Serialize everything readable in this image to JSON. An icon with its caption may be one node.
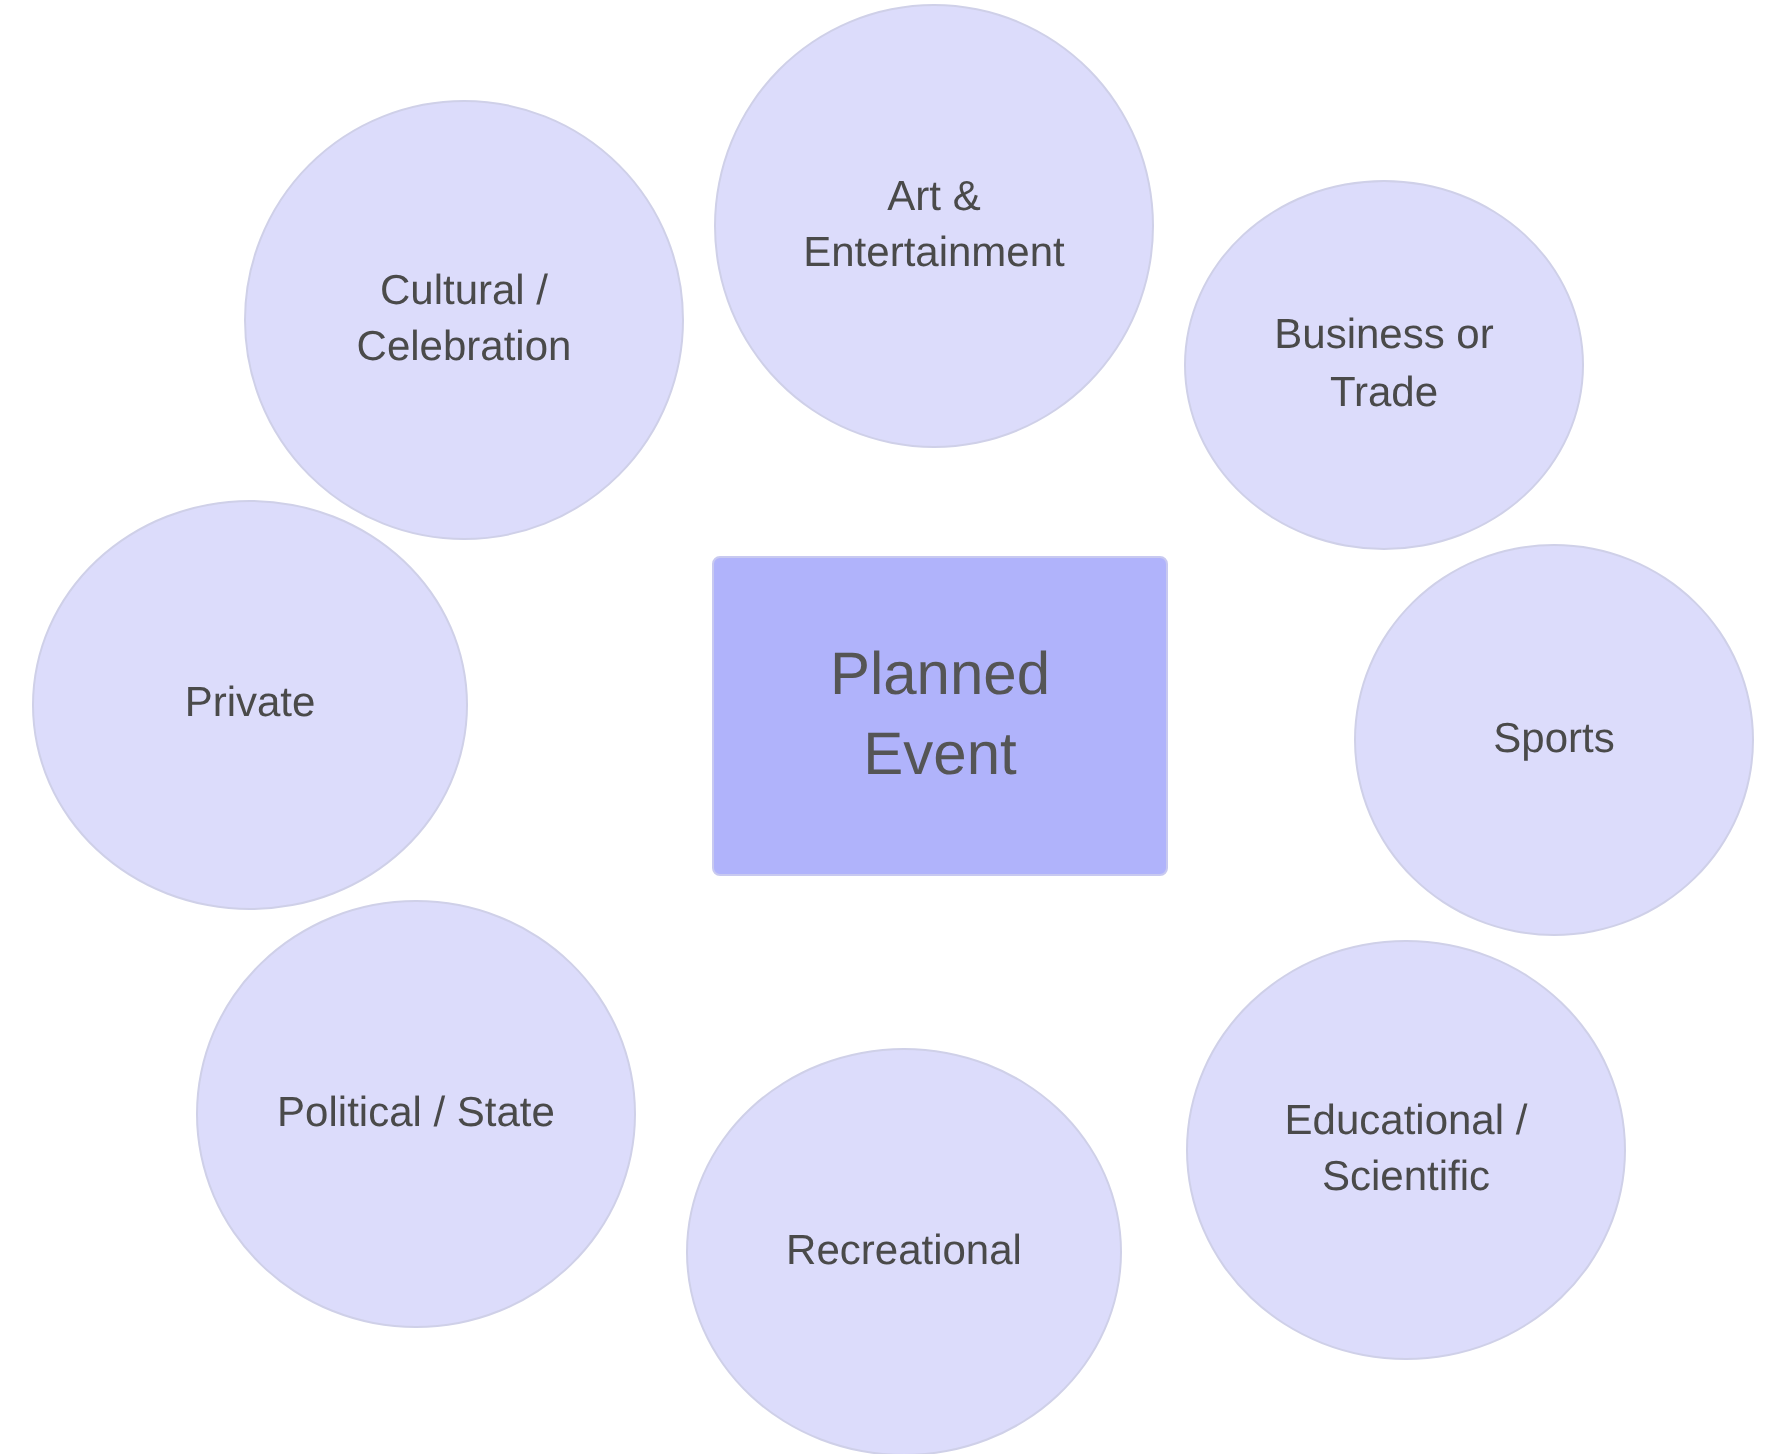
{
  "diagram": {
    "nodes": [
      {
        "text": [
          "Art & Entertainment"
        ]
      },
      {
        "text": [
          "Cultural / Celebration"
        ]
      },
      {
        "text": [
          "Business or Trade"
        ]
      },
      {
        "text": [
          "Private"
        ]
      },
      {
        "text": [
          "Planned Event"
        ]
      },
      {
        "text": [
          "Sports"
        ]
      },
      {
        "text": [
          "Political / State"
        ]
      },
      {
        "text": [
          "Educational / Scientific"
        ]
      },
      {
        "text": [
          "Recreational"
        ]
      }
    ]
  }
}
